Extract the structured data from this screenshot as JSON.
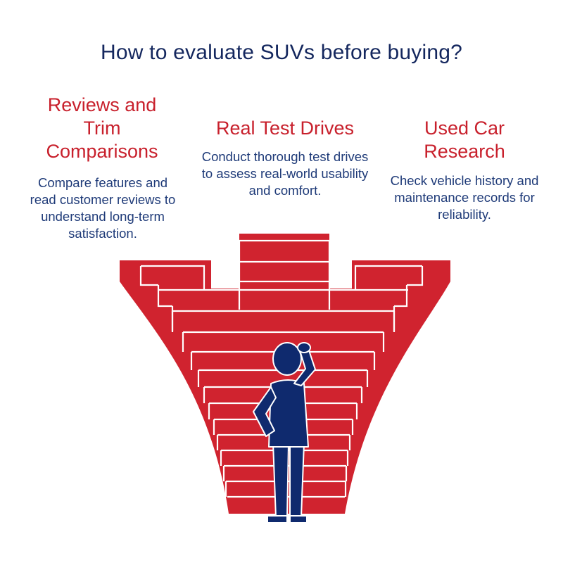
{
  "title": "How to evaluate SUVs before buying?",
  "sections": [
    {
      "heading": "Reviews and Trim Comparisons",
      "description": "Compare features and read customer reviews to understand long-term satisfaction."
    },
    {
      "heading": "Real Test Drives",
      "description": "Conduct thorough test drives to assess real-world usability and comfort."
    },
    {
      "heading": "Used Car Research",
      "description": "Check vehicle history and maintenance records for reliability."
    }
  ],
  "colors": {
    "title": "#14275e",
    "heading": "#c8202c",
    "description": "#1e3a78",
    "stairs": "#d0232f",
    "person": "#0f2a6e"
  }
}
